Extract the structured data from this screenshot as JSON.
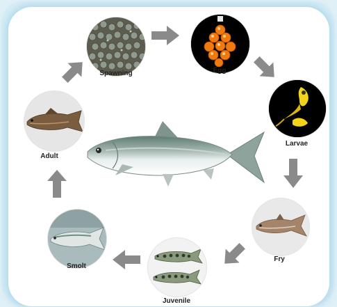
{
  "diagram": {
    "colors": {
      "arrow": "#8a8a8a",
      "card": "#ffffff",
      "border_glow": "#9fd0e6"
    },
    "stages": [
      {
        "key": "spawning",
        "label": "Spawning",
        "image": "fish-eggs-cluster"
      },
      {
        "key": "egg",
        "label": "Egg",
        "image": "orange-eggs"
      },
      {
        "key": "larvae",
        "label": "Larvae",
        "image": "yellow-larvae"
      },
      {
        "key": "fry",
        "label": "Fry",
        "image": "fry-fish"
      },
      {
        "key": "juvenile",
        "label": "Juvenile",
        "image": "spotted-juvenile-fish"
      },
      {
        "key": "smolt",
        "label": "Smolt",
        "image": "silver-smolt-fish"
      },
      {
        "key": "adult",
        "label": "Adult",
        "image": "adult-fish"
      }
    ],
    "center_image": "shad-fish"
  }
}
